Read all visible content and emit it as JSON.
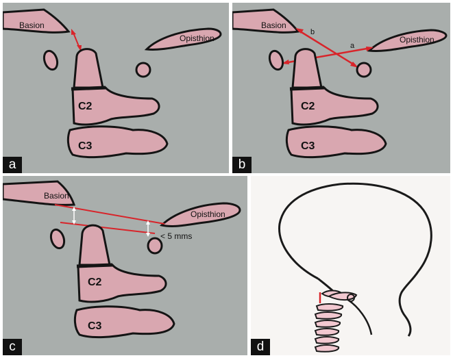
{
  "figure": {
    "colors": {
      "background_gray": "#a9aeac",
      "bone_pink": "#d9a7b0",
      "outline": "#141414",
      "measure_red": "#d8242a",
      "skull_background": "#f7f5f3"
    },
    "panels": [
      {
        "letter": "a",
        "labels": {
          "basion": "Basion",
          "opisthion": "Opisthion",
          "c2": "C2",
          "c3": "C3"
        }
      },
      {
        "letter": "b",
        "labels": {
          "basion": "Basion",
          "opisthion": "Opisthion",
          "c2": "C2",
          "c3": "C3",
          "line_a": "a",
          "line_b": "b"
        }
      },
      {
        "letter": "c",
        "labels": {
          "basion": "Basion",
          "opisthion": "Opisthion",
          "c2": "C2",
          "c3": "C3",
          "distance": "< 5 mms"
        }
      },
      {
        "letter": "d"
      }
    ]
  }
}
